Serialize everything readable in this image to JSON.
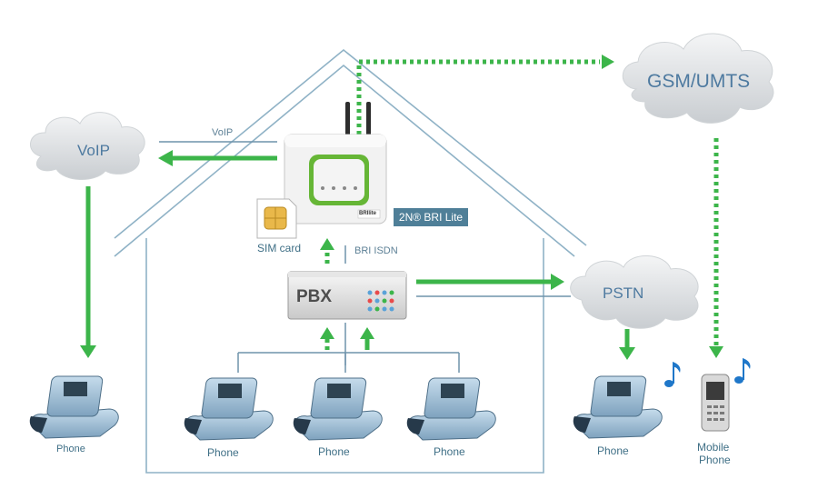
{
  "clouds": {
    "voip": "VoIP",
    "gsm": "GSM/UMTS",
    "pstn": "PSTN"
  },
  "links": {
    "voip": "VoIP",
    "bri_isdn": "BRI ISDN"
  },
  "gateway": {
    "name": "2N® BRI Lite",
    "logo": "BRIlite"
  },
  "sim": {
    "label": "SIM card"
  },
  "pbx": {
    "label": "PBX"
  },
  "phones": {
    "voip_phone": "Phone",
    "internal_1": "Phone",
    "internal_2": "Phone",
    "internal_3": "Phone",
    "pstn_phone": "Phone",
    "mobile": [
      "Mobile",
      "Phone"
    ]
  },
  "colors": {
    "house_line": "#8fb2c6",
    "green_arrow": "#3cb54a",
    "blue_line": "#6f93ab",
    "cloud_fill": "#e4e6e8",
    "label_text": "#3f6f86",
    "badge_bg": "#4f7f98",
    "note": "#1f77c9"
  }
}
